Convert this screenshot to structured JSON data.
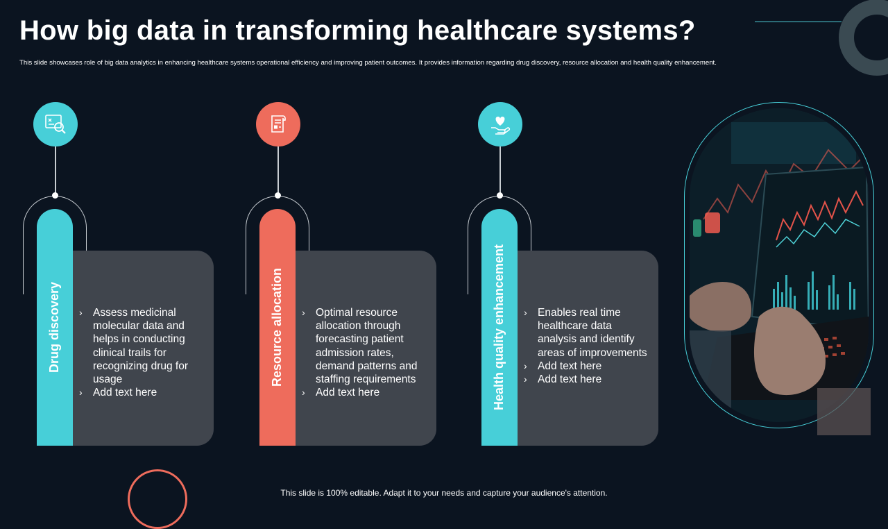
{
  "slide": {
    "title": "How big data in transforming healthcare systems?",
    "subtitle": "This slide showcases role of big data analytics in enhancing healthcare systems operational efficiency and improving patient outcomes. It provides information regarding drug discovery, resource allocation and health quality enhancement.",
    "footer": "This slide is 100% editable. Adapt it to your needs and capture your audience's attention."
  },
  "colors": {
    "teal": "#47cfd8",
    "coral": "#ee6c5c",
    "panel": "#40454d",
    "background": "#0b1420"
  },
  "cards": [
    {
      "label": "Drug discovery",
      "icon": "data-analysis-icon",
      "accent": "#47cfd8",
      "bullets": [
        "Assess medicinal molecular data and helps in conducting clinical trails for recognizing drug for usage",
        "Add text here"
      ]
    },
    {
      "label": "Resource allocation",
      "icon": "document-list-icon",
      "accent": "#ee6c5c",
      "bullets": [
        "Optimal resource allocation through forecasting patient admission rates, demand patterns and staffing requirements",
        "Add text here"
      ]
    },
    {
      "label": "Health quality enhancement",
      "icon": "hand-heart-icon",
      "accent": "#47cfd8",
      "bullets": [
        "Enables real time healthcare data analysis and identify areas of improvements",
        "Add text here",
        "Add text here"
      ]
    }
  ],
  "bullet_glyph": "›"
}
